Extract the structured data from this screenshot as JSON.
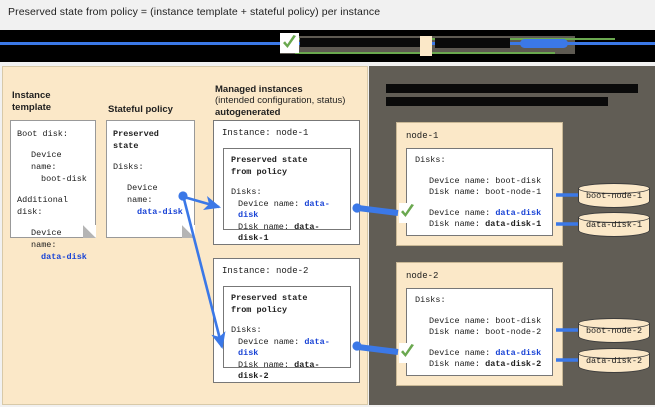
{
  "title": "Preserved state from policy = (instance template + stateful policy) per instance",
  "legend": {
    "check_icon": "green-check-icon",
    "note": "legend strip mostly redacted"
  },
  "colors": {
    "panel_cream": "#fbe8c8",
    "panel_dark": "#615d55",
    "accent_blue": "#1a44d6",
    "arrow_blue": "#3b78e7",
    "check_green": "#6aa84f",
    "text": "#202020"
  },
  "columns": {
    "instance_template": {
      "heading": "Instance\ntemplate"
    },
    "stateful_policy": {
      "heading": "Stateful policy"
    },
    "managed_instances": {
      "heading_line1": "Managed instances",
      "heading_line2": "(intended configuration, status)",
      "heading_line3": "autogenerated"
    },
    "right_panel": {
      "heading_line1": "",
      "heading_line2": ""
    }
  },
  "instance_template_card": {
    "line1": "Boot disk:",
    "line2": "Device name:",
    "line3": "boot-disk",
    "line4": "Additional",
    "line5": "disk:",
    "line6": "Device name:",
    "line7": "data-disk"
  },
  "stateful_policy_card": {
    "line1": "Preserved",
    "line2": "state",
    "line3": "Disks:",
    "line4": "Device name:",
    "line5": "data-disk"
  },
  "managed_instances": [
    {
      "instance_label": "Instance: node-1",
      "title_line1": "Preserved state",
      "title_line2": "from policy",
      "disks_label": "Disks:",
      "device_name_label": "Device name:",
      "device_name_value": "data-disk",
      "disk_name_label": "Disk name:",
      "disk_name_value": "data-disk-1"
    },
    {
      "instance_label": "Instance: node-2",
      "title_line1": "Preserved state",
      "title_line2": "from policy",
      "disks_label": "Disks:",
      "device_name_label": "Device name:",
      "device_name_value": "data-disk",
      "disk_name_label": "Disk name:",
      "disk_name_value": "data-disk-2"
    }
  ],
  "nodes": [
    {
      "name": "node-1",
      "disks_label": "Disks:",
      "boot_device_label": "Device name: boot-disk",
      "boot_disk_label": "Disk name: boot-node-1",
      "data_device_label": "Device name:",
      "data_device_value": "data-disk",
      "data_disk_label": "Disk name:",
      "data_disk_value": "data-disk-1",
      "cylinders": [
        "boot-node-1",
        "data-disk-1"
      ]
    },
    {
      "name": "node-2",
      "disks_label": "Disks:",
      "boot_device_label": "Device name: boot-disk",
      "boot_disk_label": "Disk name: boot-node-2",
      "data_device_label": "Device name:",
      "data_device_value": "data-disk",
      "data_disk_label": "Disk name:",
      "data_disk_value": "data-disk-2",
      "cylinders": [
        "boot-node-2",
        "data-disk-2"
      ]
    }
  ]
}
